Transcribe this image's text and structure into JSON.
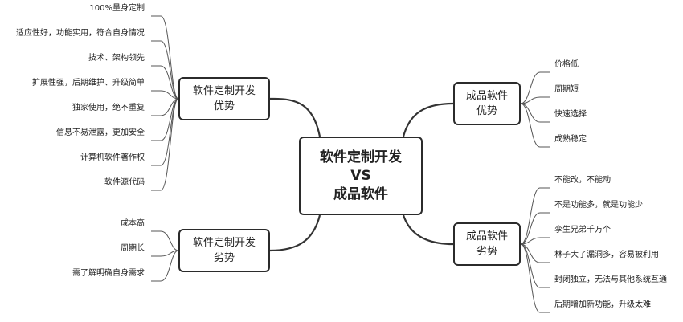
{
  "center": {
    "line1": "软件定制开发",
    "line2": "VS",
    "line3": "成品软件"
  },
  "branches": {
    "custom_adv": {
      "line1": "软件定制开发",
      "line2": "优势",
      "items": [
        "100%量身定制",
        "适应性好，功能实用，符合自身情况",
        "技术、架构领先",
        "扩展性强，后期维护、升级简单",
        "独家使用，绝不重复",
        "信息不易泄露，更加安全",
        "计算机软件著作权",
        "软件源代码"
      ]
    },
    "custom_dis": {
      "line1": "软件定制开发",
      "line2": "劣势",
      "items": [
        "成本高",
        "周期长",
        "需了解明确自身需求"
      ]
    },
    "product_adv": {
      "line1": "成品软件",
      "line2": "优势",
      "items": [
        "价格低",
        "周期短",
        "快速选择",
        "成熟稳定"
      ]
    },
    "product_dis": {
      "line1": "成品软件",
      "line2": "劣势",
      "items": [
        "不能改，不能动",
        "不是功能多，就是功能少",
        "孪生兄弟千万个",
        "林子大了漏洞多，容易被利用",
        "封闭独立，无法与其他系统互通",
        "后期增加新功能，升级太难"
      ]
    }
  }
}
